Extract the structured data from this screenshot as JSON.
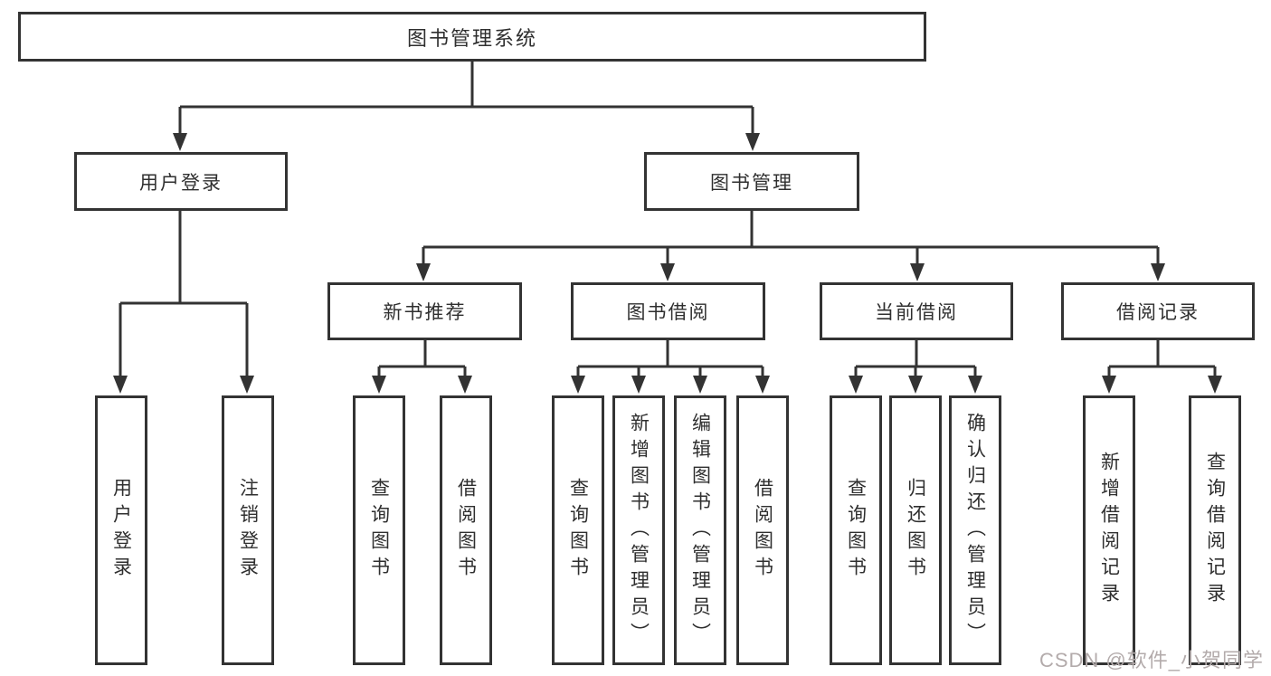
{
  "diagram": {
    "title": "图书管理系统",
    "root": {
      "label": "图书管理系统"
    },
    "branches": {
      "user_login": {
        "label": "用户登录",
        "children": [
          {
            "label": "用户登录"
          },
          {
            "label": "注销登录"
          }
        ]
      },
      "book_management": {
        "label": "图书管理",
        "sections": [
          {
            "label": "新书推荐",
            "children": [
              {
                "label": "查询图书"
              },
              {
                "label": "借阅图书"
              }
            ]
          },
          {
            "label": "图书借阅",
            "children": [
              {
                "label": "查询图书"
              },
              {
                "label": "新增图书（管理员）"
              },
              {
                "label": "编辑图书（管理员）"
              },
              {
                "label": "借阅图书"
              }
            ]
          },
          {
            "label": "当前借阅",
            "children": [
              {
                "label": "查询图书"
              },
              {
                "label": "归还图书"
              },
              {
                "label": "确认归还（管理员）"
              }
            ]
          },
          {
            "label": "借阅记录",
            "children": [
              {
                "label": "新增借阅记录"
              },
              {
                "label": "查询借阅记录"
              }
            ]
          }
        ]
      }
    }
  },
  "watermark": {
    "text": "CSDN @软件_小贺同学"
  },
  "colors": {
    "line": "#333333",
    "text": "#2f2f2f",
    "background": "#ffffff",
    "watermark": "#b3abab"
  }
}
